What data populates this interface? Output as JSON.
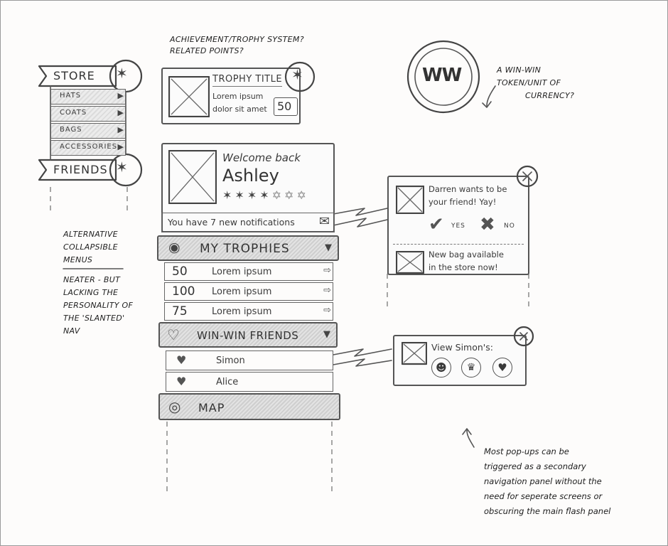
{
  "notes": {
    "achievement_line1": "Achievement/Trophy system?",
    "achievement_line2": "Related points?",
    "token_line1": "A Win-Win",
    "token_line2": "token/unit of",
    "token_line3": "currency?",
    "collapsible_line1": "Alternative",
    "collapsible_line2": "collapsible",
    "collapsible_line3": "menus",
    "neater_line1": "Neater - but",
    "neater_line2": "lacking the",
    "neater_line3": "personality of",
    "neater_line4": "the 'slanted'",
    "neater_line5": "nav",
    "popups_line1": "Most pop-ups can be",
    "popups_line2": "triggered as a secondary",
    "popups_line3": "navigation panel without the",
    "popups_line4": "need for seperate screens or",
    "popups_line5": "obscuring the main flash panel"
  },
  "slanted_nav": {
    "store_label": "STORE",
    "items": [
      {
        "label": "HATS"
      },
      {
        "label": "COATS"
      },
      {
        "label": "BAGS"
      },
      {
        "label": "ACCESSORIES"
      }
    ],
    "friends_label": "FRIENDS"
  },
  "trophy_card": {
    "title": "TROPHY TITLE",
    "desc_line1": "Lorem ipsum",
    "desc_line2": "dolor sit amet",
    "points": "50"
  },
  "token": {
    "glyph": "WW"
  },
  "profile": {
    "welcome": "Welcome back",
    "name": "Ashley",
    "rating": 4,
    "rating_max": 7,
    "notifications": "You have 7 new notifications"
  },
  "trophies": {
    "header": "MY TROPHIES",
    "rows": [
      {
        "points": "50",
        "label": "Lorem ipsum"
      },
      {
        "points": "100",
        "label": "Lorem ipsum"
      },
      {
        "points": "75",
        "label": "Lorem ipsum"
      }
    ]
  },
  "friends": {
    "header": "WIN-WIN FRIENDS",
    "rows": [
      {
        "name": "Simon"
      },
      {
        "name": "Alice"
      }
    ]
  },
  "map": {
    "header": "MAP"
  },
  "notif_popup": {
    "friend_request_line1": "Darren wants to be",
    "friend_request_line2": "your friend! Yay!",
    "yes_label": "YES",
    "no_label": "NO",
    "bag_line1": "New bag available",
    "bag_line2": "in the store now!"
  },
  "friend_popup": {
    "title": "View Simon's:"
  },
  "colors": {
    "pencil": "#555555",
    "paper": "#fdfcfb",
    "shading": "#cfcfcf"
  }
}
